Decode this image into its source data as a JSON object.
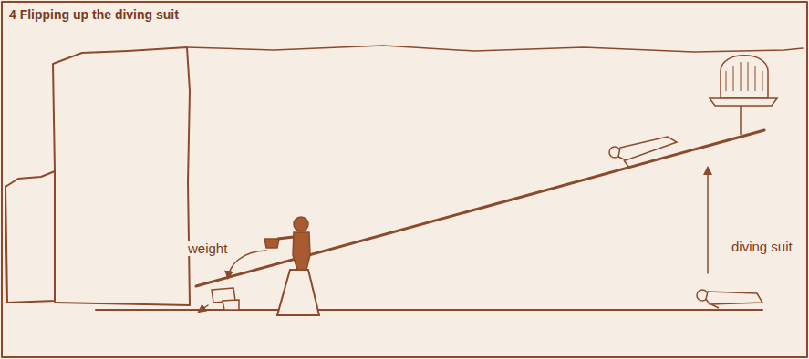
{
  "diagram": {
    "title": "4 Flipping up the diving suit",
    "labels": [
      "weight",
      "diving suit"
    ]
  }
}
